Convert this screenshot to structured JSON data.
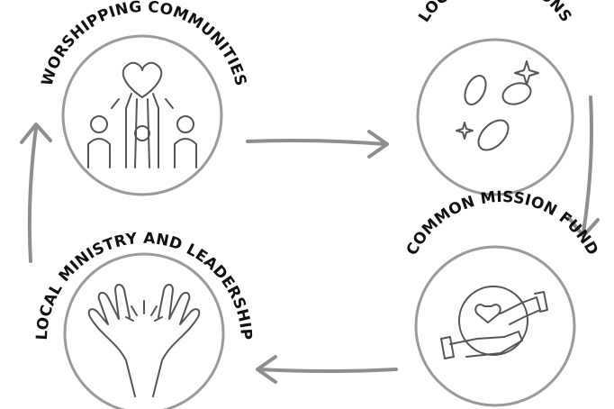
{
  "diagram": {
    "nodes": [
      {
        "id": "worship",
        "label": "WORSHIPPING COMMUNITIES",
        "icon": "heart-community-icon"
      },
      {
        "id": "donations",
        "label": "LOCAL DONATIONS",
        "icon": "coins-icon"
      },
      {
        "id": "fund",
        "label": "COMMON MISSION FUND",
        "icon": "giving-hand-icon"
      },
      {
        "id": "ministry",
        "label": "LOCAL MINISTRY AND LEADERSHIP",
        "icon": "open-hands-icon"
      }
    ],
    "flow": [
      "worship",
      "donations",
      "fund",
      "ministry",
      "worship"
    ],
    "colors": {
      "ring": "#9a9a9a",
      "arrow": "#8e8e8e",
      "text": "#111111",
      "icon": "#555555"
    }
  }
}
